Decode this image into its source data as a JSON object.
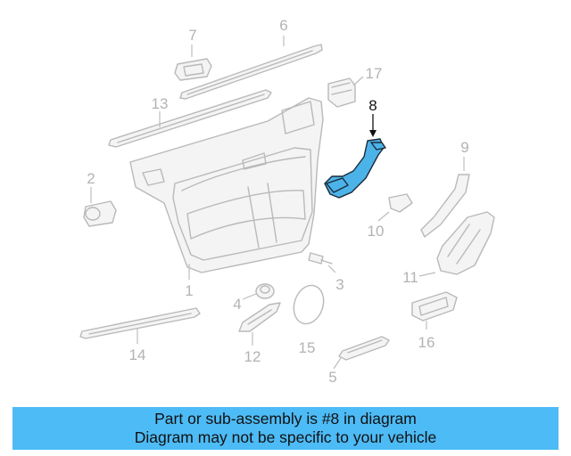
{
  "diagram": {
    "highlight_color": "#4cb3e8",
    "line_color": "#b9b9b9",
    "callouts": {
      "c1": "1",
      "c2": "2",
      "c3": "3",
      "c4": "4",
      "c5": "5",
      "c6": "6",
      "c7": "7",
      "c8": "8",
      "c9": "9",
      "c10": "10",
      "c11": "11",
      "c12": "12",
      "c13": "13",
      "c14": "14",
      "c15": "15",
      "c16": "16",
      "c17": "17"
    },
    "highlighted_part": "8"
  },
  "banner": {
    "line1": "Part or sub-assembly is #8 in diagram",
    "line2": "Diagram may not be specific to your vehicle",
    "color": "#4dbbf6"
  }
}
